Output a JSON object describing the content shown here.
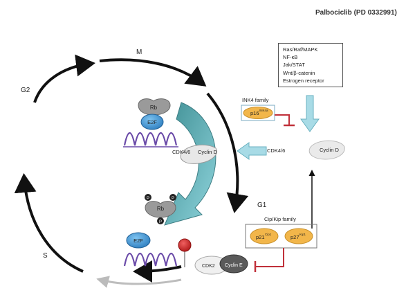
{
  "title": "Palbociclib (PD 0332991)",
  "phases": {
    "m": "M",
    "g2": "G2",
    "s": "S",
    "g1": "G1"
  },
  "signals": [
    "Ras/Raf/MAPK",
    "NF-κB",
    "Jak/STAT",
    "Wnt/β-catenin",
    "Estrogen receptor"
  ],
  "ink4": {
    "family": "INK4 family",
    "protein": "p16",
    "sup": "INK4a"
  },
  "cip": {
    "family": "Cip/Kip family",
    "p21": "p21",
    "p21_sup": "Cip1",
    "p27": "p27",
    "p27_sup": "Kip1"
  },
  "labels": {
    "rb": "Rb",
    "e2f": "E2F",
    "e2f_bottom": "E2F",
    "p": "P",
    "cdk46_left": "CDK4/6",
    "cyclin_d_left": "Cyclin D",
    "cdk46_right": "CDK4/6",
    "cyclin_d_right": "Cyclin D",
    "cdk2": "CDK2",
    "cyclin_e": "Cyclin E"
  },
  "colors": {
    "teal_arrow": "#5f9fa8",
    "light_arrow": "#a8dbe6",
    "inhibit": "#c0303a",
    "e2f": "#2f86c8",
    "rb": "#8c8c8c",
    "dna": "#6a4aa8",
    "ink_box": "#f2b64a"
  }
}
